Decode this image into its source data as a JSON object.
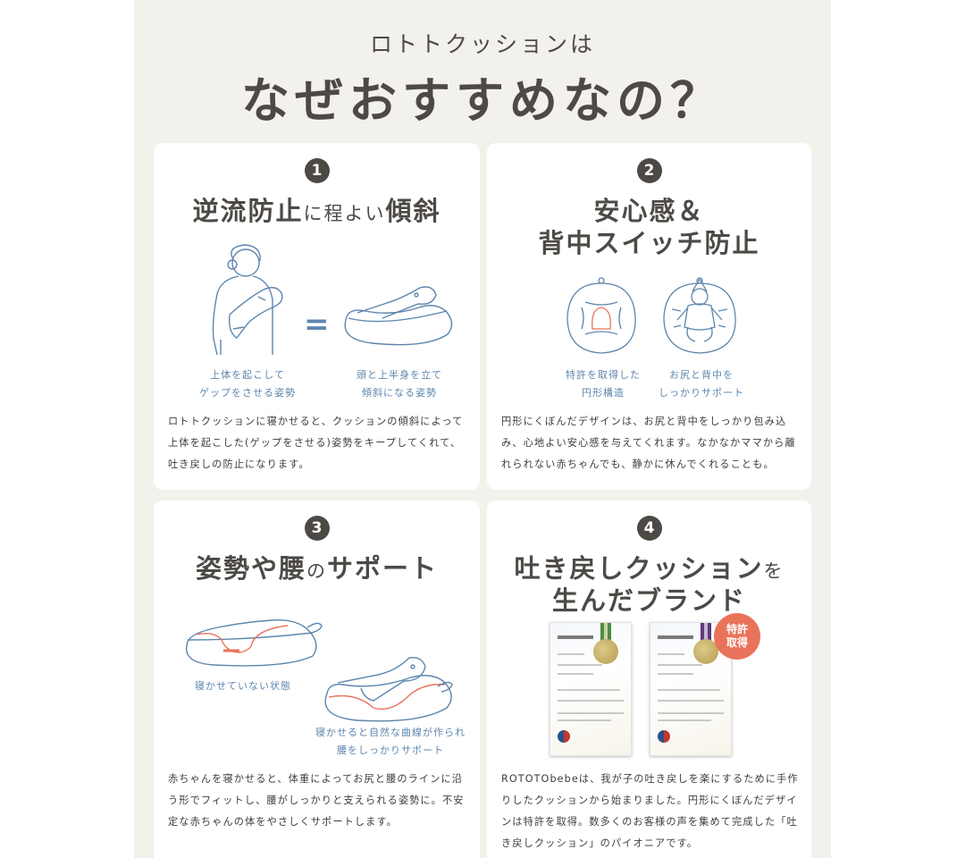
{
  "hero": {
    "subtitle": "ロトトクッションは",
    "title": "なぜおすすめなの？"
  },
  "colors": {
    "panel_bg": "#f3f1ec",
    "card_bg": "#ffffff",
    "text_dark": "#4d4a46",
    "illustration_blue": "#5d86ad",
    "accent_orange": "#e9735a"
  },
  "cards": [
    {
      "number": "1",
      "title_main": "逆流防止",
      "title_small": "に程よい",
      "title_end": "傾斜",
      "equals_icon": "=",
      "captions": [
        {
          "line1": "上体を起こして",
          "line2": "ゲップをさせる姿勢"
        },
        {
          "line1": "頭と上半身を立て",
          "line2": "傾斜になる姿勢"
        }
      ],
      "body": "ロトトクッションに寝かせると、クッションの傾斜によって上体を起こした(ゲップをさせる)姿勢をキープしてくれて、吐き戻しの防止になります。"
    },
    {
      "number": "2",
      "title_line1": "安心感＆",
      "title_line2": "背中スイッチ防止",
      "captions": [
        {
          "line1": "特許を取得した",
          "line2": "円形構造"
        },
        {
          "line1": "お尻と背中を",
          "line2": "しっかりサポート"
        }
      ],
      "body": "円形にくぼんだデザインは、お尻と背中をしっかり包み込み、心地よい安心感を与えてくれます。なかなかママから離れられない赤ちゃんでも、静かに休んでくれることも。"
    },
    {
      "number": "3",
      "title_main": "姿勢や腰",
      "title_small": "の",
      "title_end": "サポート",
      "captions": [
        {
          "line1": "寝かせていない状態"
        },
        {
          "line1": "寝かせると自然な曲線が作られ",
          "line2": "腰をしっかりサポート"
        }
      ],
      "body": "赤ちゃんを寝かせると、体重によってお尻と腰のラインに沿う形でフィットし、腰がしっかりと支えられる姿勢に。不安定な赤ちゃんの体をやさしくサポートします。"
    },
    {
      "number": "4",
      "title_line1_main": "吐き戻しクッション",
      "title_line1_small": "を",
      "title_line2": "生んだブランド",
      "stamp_line1": "特許",
      "stamp_line2": "取得",
      "body": "ROTOTObebeは、我が子の吐き戻しを楽にするために手作りしたクッションから始まりました。円形にくぼんだデザインは特許を取得。数多くのお客様の声を集めて完成した「吐き戻しクッション」のパイオニアです。"
    }
  ]
}
